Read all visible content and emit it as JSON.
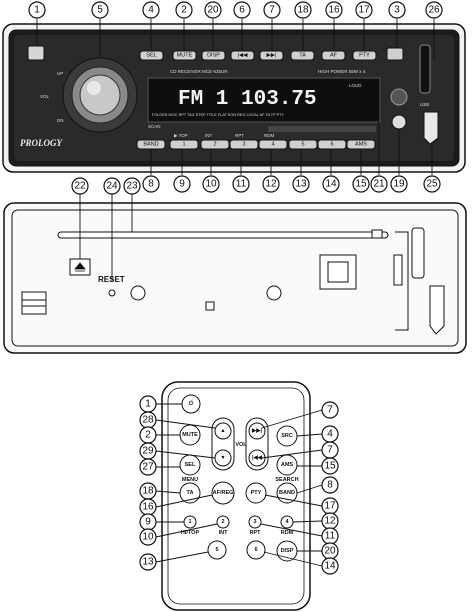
{
  "front_panel": {
    "brand": "PROLOGY",
    "model": "CD RECEIVER MCE-525UR",
    "power": "HIGH POWER 55W x 4",
    "display_text": "FM 1 103.75",
    "loud": "LOUD",
    "display_indicators": "FOLDER DISC RPT TAG STEP TITLE FLAT EON REG LOCAL AF TA TP PTY",
    "knob_labels": {
      "up": "UP",
      "vol": "VOL",
      "dn": "DN"
    },
    "scan": "SCAN",
    "usb": "USB",
    "top_buttons": [
      "SEL",
      "MUTE",
      "DISP",
      "|◀◀",
      "▶▶|",
      "TA",
      "AF",
      "PTY"
    ],
    "bottom_buttons": [
      "BAND",
      "1",
      "2",
      "3",
      "4",
      "5",
      "6",
      "AMS"
    ],
    "bottom_button_labels": [
      "▶ TOP",
      "INT",
      "RPT",
      "RDM"
    ]
  },
  "chassis": {
    "reset_label": "RESET"
  },
  "remote": {
    "buttons": {
      "power": "⏻",
      "mute": "MUTE",
      "vol_up": "▲",
      "vol_down": "▼",
      "vol_label": "VOL",
      "next": "▶▶|",
      "prev": "|◀◀",
      "src": "SRC",
      "sel": "SEL",
      "menu_label": "MENU",
      "ams": "AMS",
      "search_label": "SEARCH",
      "ta": "TA",
      "af_reg": "AF/REG",
      "pty": "PTY",
      "band": "BAND",
      "p1": "1",
      "p2": "2",
      "p3": "3",
      "p4": "4",
      "p5": "5",
      "p6": "6",
      "p1_label": "HI/TOP",
      "p2_label": "INT",
      "p3_label": "RPT",
      "p4_label": "RDM",
      "disp": "DISP"
    }
  },
  "callouts": {
    "front_top": [
      "1",
      "5",
      "4",
      "2",
      "20",
      "6",
      "7",
      "18",
      "16",
      "17",
      "3",
      "26"
    ],
    "front_bottom": [
      "8",
      "9",
      "10",
      "11",
      "12",
      "13",
      "14",
      "15",
      "21",
      "19",
      "25"
    ],
    "chassis": [
      "22",
      "24",
      "23"
    ],
    "remote_left": [
      "1",
      "28",
      "2",
      "29",
      "27",
      "18",
      "16",
      "9",
      "10",
      "13"
    ],
    "remote_right": [
      "7",
      "4",
      "7",
      "15",
      "8",
      "17",
      "12",
      "11",
      "20",
      "14"
    ]
  }
}
